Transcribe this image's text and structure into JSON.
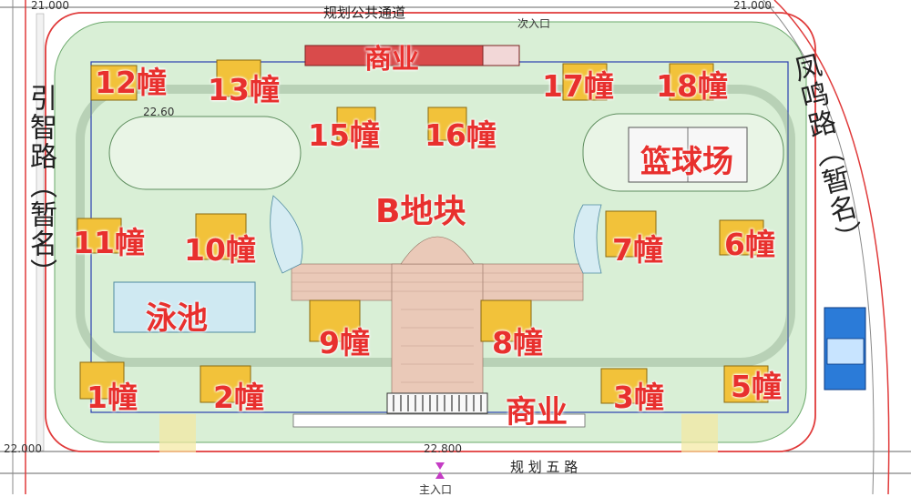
{
  "roads": {
    "top": "规划公共通道",
    "bottom": "规 划 五 路",
    "left": "引智路（暂名）",
    "right": "凤鸣路（暂名）",
    "entrance_secondary": "次入口",
    "entrance_main": "主入口"
  },
  "elevations": {
    "top_left": "21.000",
    "top_right": "21.000",
    "bottom_left": "22.000",
    "bottom_center": "22.800",
    "inner_left": "22.60"
  },
  "zones": {
    "block": "B地块",
    "basketball": "篮球场",
    "pool": "泳池",
    "commercial_top": "商业",
    "commercial_bottom": "商业"
  },
  "buildings": [
    {
      "id": "b12",
      "label": "12幢"
    },
    {
      "id": "b13",
      "label": "13幢"
    },
    {
      "id": "b15",
      "label": "15幢"
    },
    {
      "id": "b16",
      "label": "16幢"
    },
    {
      "id": "b17",
      "label": "17幢"
    },
    {
      "id": "b18",
      "label": "18幢"
    },
    {
      "id": "b11",
      "label": "11幢"
    },
    {
      "id": "b10",
      "label": "10幢"
    },
    {
      "id": "b7",
      "label": "7幢"
    },
    {
      "id": "b6",
      "label": "6幢"
    },
    {
      "id": "b9",
      "label": "9幢"
    },
    {
      "id": "b8",
      "label": "8幢"
    },
    {
      "id": "b1",
      "label": "1幢"
    },
    {
      "id": "b2",
      "label": "2幢"
    },
    {
      "id": "b3",
      "label": "3幢"
    },
    {
      "id": "b5",
      "label": "5幢"
    }
  ],
  "colors": {
    "label_red": "#e8302e",
    "green_area": "#d9efd6",
    "plaza": "#eac9b8",
    "building": "#f2c23a",
    "commercial": "#d94b4b",
    "boundary": "#e03a3a",
    "inner_line": "#2b3fb0"
  }
}
